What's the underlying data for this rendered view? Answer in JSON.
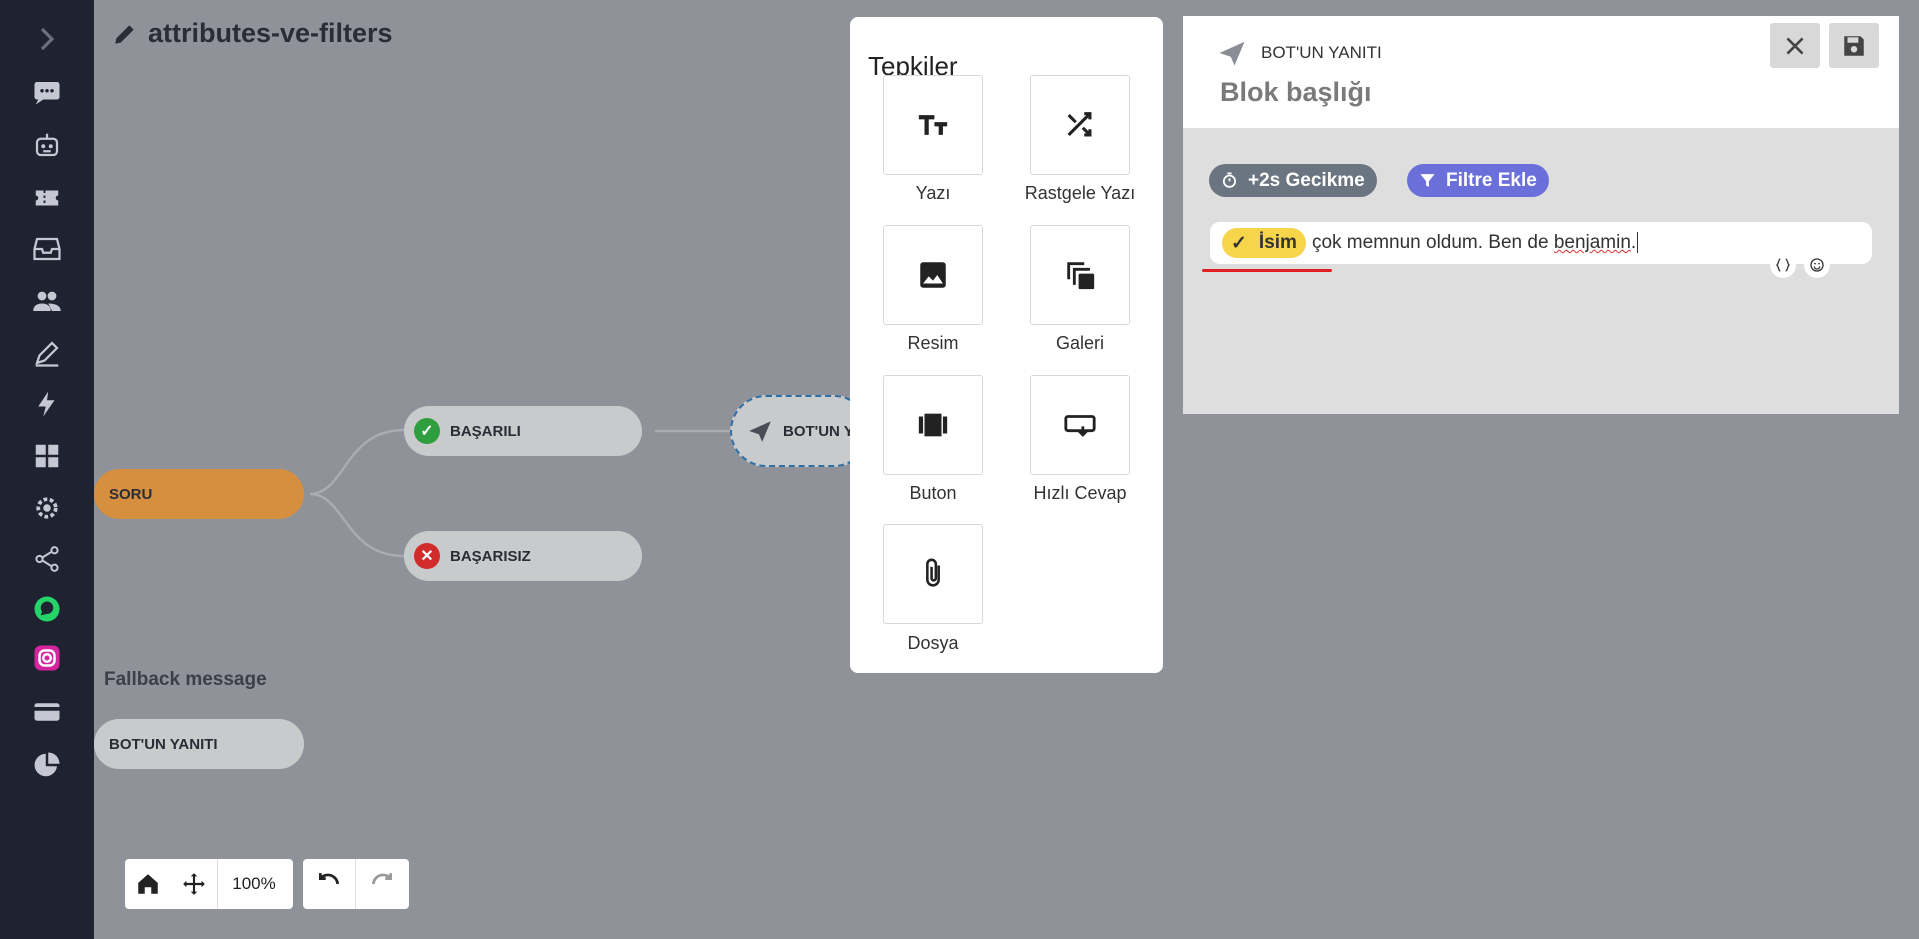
{
  "canvas": {
    "page_title": "attributes-ve-filters",
    "nodes": {
      "soru": "SORU",
      "basarili": "BAŞARILI",
      "basarisiz": "BAŞARISIZ",
      "bot_yanit_partial": "BOT'UN Y",
      "bot_yanit_fallback": "BOT'UN YANITI"
    },
    "fallback_label": "Fallback message"
  },
  "toolbar": {
    "zoom": "100%"
  },
  "reactions_panel": {
    "title": "Tepkiler",
    "items": [
      {
        "label": "Yazı",
        "icon": "text-icon"
      },
      {
        "label": "Rastgele Yazı",
        "icon": "shuffle-icon"
      },
      {
        "label": "Resim",
        "icon": "image-icon"
      },
      {
        "label": "Galeri",
        "icon": "gallery-icon"
      },
      {
        "label": "Buton",
        "icon": "button-icon"
      },
      {
        "label": "Hızlı Cevap",
        "icon": "quick-reply-icon"
      },
      {
        "label": "Dosya",
        "icon": "paperclip-icon"
      }
    ]
  },
  "editor": {
    "kind": "BOT'UN YANITI",
    "title": "Blok başlığı",
    "delay_chip": "+2s Gecikme",
    "filter_chip": "Filtre Ekle",
    "variable_chip": "İsim",
    "message_text_1": "çok memnun oldum. Ben de ",
    "message_text_2": "benjamin",
    "message_text_3": "."
  },
  "colors": {
    "sidebar_bg": "#1f2230",
    "canvas_bg": "#8f9299",
    "soru_node": "#d58f3f",
    "success": "#2e9e3e",
    "error": "#d12b2b",
    "filter_chip": "#6b6fd9",
    "delay_chip": "#6b7481",
    "variable_chip": "#f7d54a"
  }
}
